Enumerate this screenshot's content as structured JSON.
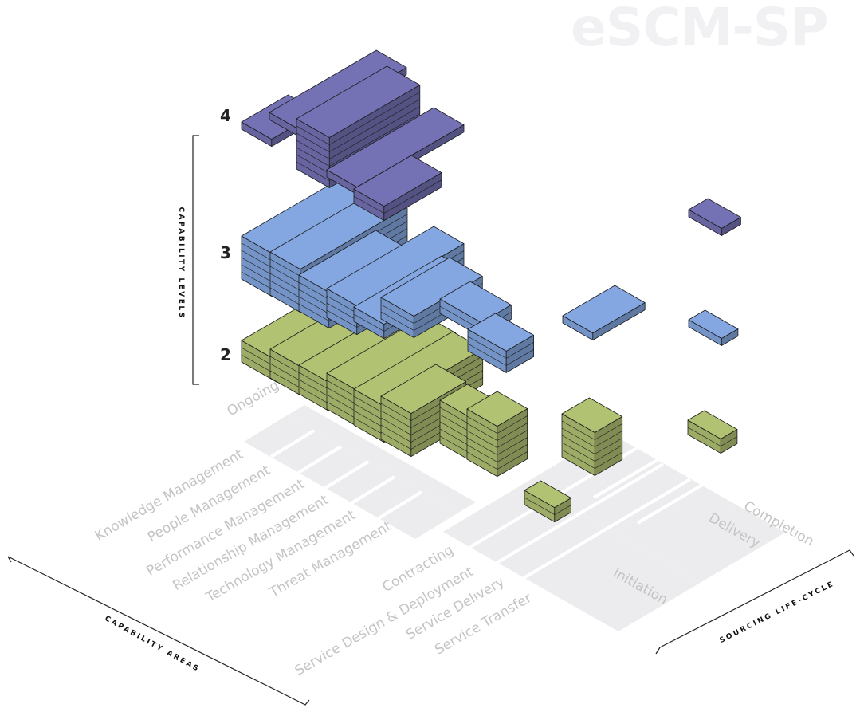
{
  "logo": "eSCM-SP",
  "capability_levels": {
    "title": "CAPABILITY LEVELS",
    "levels": [
      "2",
      "3",
      "4"
    ]
  },
  "capability_areas": {
    "title": "CAPABILITY AREAS",
    "ongoing": [
      "Knowledge Management",
      "People Management",
      "Performance Management",
      "Relationship Management",
      "Technology Management",
      "Threat Management"
    ],
    "lifecycle": [
      "Contracting",
      "Service Design & Deployment",
      "Service Delivery",
      "Service Transfer"
    ]
  },
  "sourcing_lifecycle": {
    "title": "SOURCING LIFE-CYCLE",
    "phases": [
      "Ongoing",
      "Initiation",
      "Delivery",
      "Completion"
    ]
  },
  "colors": {
    "level2": "#a4b46a",
    "level3": "#7a9bd0",
    "level4": "#6c69a8",
    "floor": "#ececee",
    "label": "#c4c4c4"
  }
}
